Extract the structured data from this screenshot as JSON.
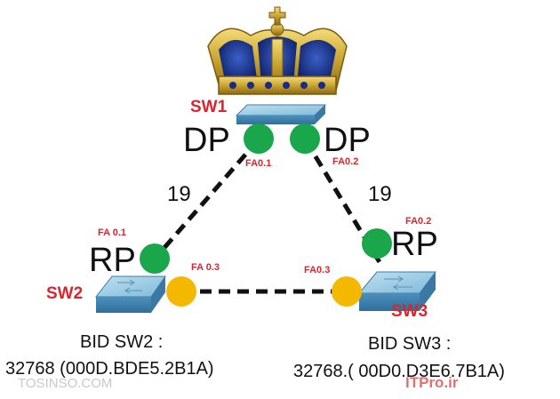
{
  "switches": {
    "sw1": {
      "label": "SW1"
    },
    "sw2": {
      "label": "SW2"
    },
    "sw3": {
      "label": "SW3"
    }
  },
  "port_roles": {
    "sw1_left": "DP",
    "sw1_right": "DP",
    "sw2_root": "RP",
    "sw3_root": "RP"
  },
  "ports": {
    "sw1_fa01": "FA0.1",
    "sw1_fa02": "FA0.2",
    "sw2_fa01": "FA 0.1",
    "sw2_fa03": "FA 0.3",
    "sw3_fa02": "FA0.2",
    "sw3_fa03": "FA0.3"
  },
  "link_costs": {
    "sw1_sw2": "19",
    "sw1_sw3": "19"
  },
  "bridge_ids": {
    "sw2_title": "BID SW2 :",
    "sw2_value": "32768 (000D.BDE5.2B1A)",
    "sw3_title": "BID SW3 :",
    "sw3_value": "32768.( 00D0.D3E6.7B1A)"
  },
  "watermark": {
    "left": "TOSINSO.COM",
    "right": "ITPro.ir"
  },
  "colors": {
    "designated_port": "#1aa64a",
    "blocked_port": "#f5b800",
    "label_red": "#d9262e",
    "switch_blue": "#5a9ec9"
  },
  "icons": {
    "root_bridge": "crown-icon",
    "switch": "switch-icon"
  }
}
